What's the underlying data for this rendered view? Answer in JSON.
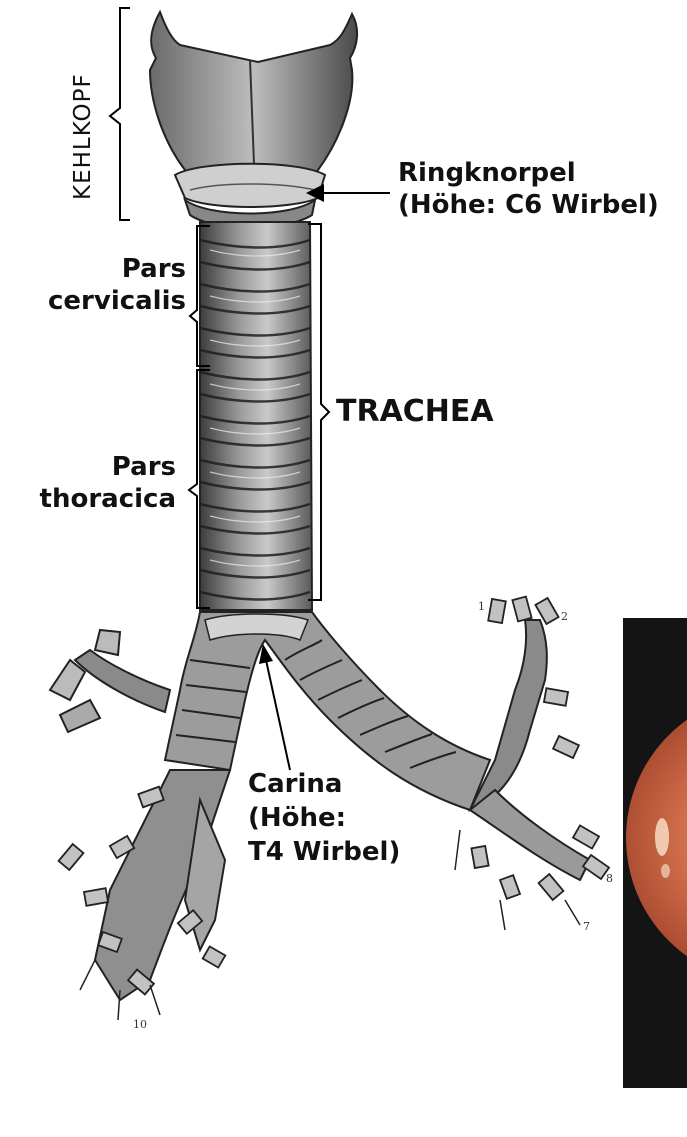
{
  "labels": {
    "kehlkopf": "KEHLKOPF",
    "ringknorpel_line1": "Ringknorpel",
    "ringknorpel_line2": "(Höhe: C6 Wirbel)",
    "pars_cervicalis_line1": "Pars",
    "pars_cervicalis_line2": "cervicalis",
    "trachea": "TRACHEA",
    "pars_thoracica_line1": "Pars",
    "pars_thoracica_line2": "thoracica",
    "carina_line1": "Carina",
    "carina_line2": "(Höhe:",
    "carina_line3": "T4 Wirbel)"
  },
  "figure_numbers": [
    "1",
    "2",
    "8",
    "7",
    "10"
  ],
  "colors": {
    "text": "#111111",
    "line": "#000000",
    "illustration_dark": "#4a4a4a",
    "illustration_light": "#d8d8d8",
    "photo_background": "#141414",
    "photo_tissue": "#c8623e"
  }
}
